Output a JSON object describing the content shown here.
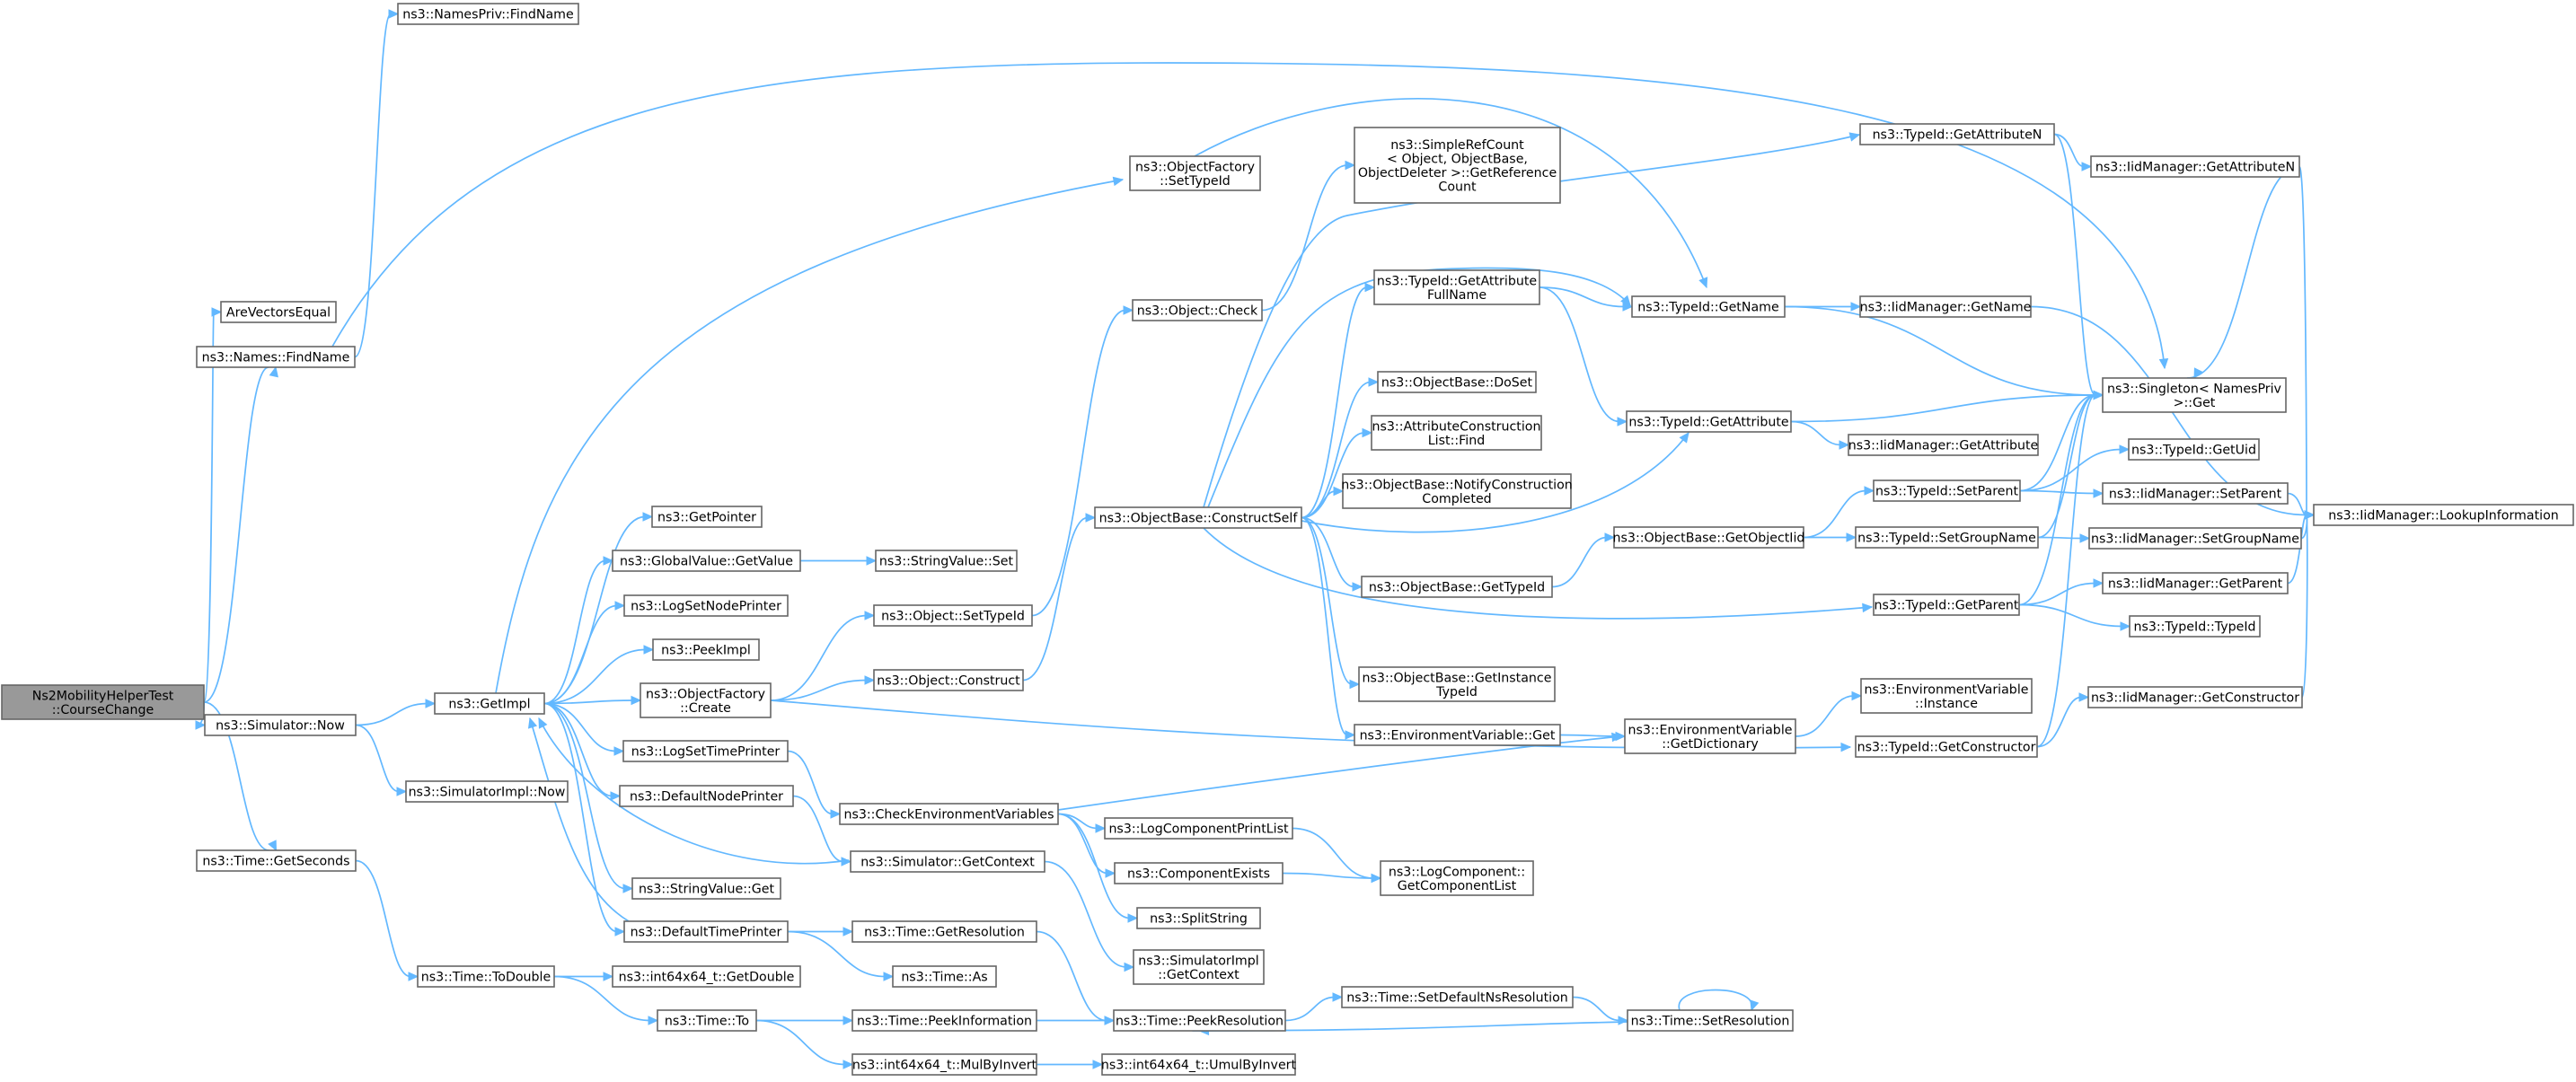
{
  "nodes": [
    {
      "id": "root",
      "lines": [
        "Ns2MobilityHelperTest",
        "::CourseChange"
      ],
      "root": true
    },
    {
      "id": "AreVectorsEqual",
      "lines": [
        "AreVectorsEqual"
      ]
    },
    {
      "id": "NamesFindName",
      "lines": [
        "ns3::Names::FindName"
      ]
    },
    {
      "id": "NamesPrivFindName",
      "lines": [
        "ns3::NamesPriv::FindName"
      ]
    },
    {
      "id": "SimulatorNow",
      "lines": [
        "ns3::Simulator::Now"
      ]
    },
    {
      "id": "TimeGetSeconds",
      "lines": [
        "ns3::Time::GetSeconds"
      ]
    },
    {
      "id": "GetImpl",
      "lines": [
        "ns3::GetImpl"
      ]
    },
    {
      "id": "SimulatorImplNow",
      "lines": [
        "ns3::SimulatorImpl::Now"
      ]
    },
    {
      "id": "TimeToDouble",
      "lines": [
        "ns3::Time::ToDouble"
      ]
    },
    {
      "id": "GetPointer",
      "lines": [
        "ns3::GetPointer"
      ]
    },
    {
      "id": "GlobalValueGetValue",
      "lines": [
        "ns3::GlobalValue::GetValue"
      ]
    },
    {
      "id": "LogSetNodePrinter",
      "lines": [
        "ns3::LogSetNodePrinter"
      ]
    },
    {
      "id": "PeekImpl",
      "lines": [
        "ns3::PeekImpl"
      ]
    },
    {
      "id": "ObjectFactoryCreate",
      "lines": [
        "ns3::ObjectFactory",
        "::Create"
      ]
    },
    {
      "id": "LogSetTimePrinter",
      "lines": [
        "ns3::LogSetTimePrinter"
      ]
    },
    {
      "id": "DefaultNodePrinter",
      "lines": [
        "ns3::DefaultNodePrinter"
      ]
    },
    {
      "id": "StringValueGet",
      "lines": [
        "ns3::StringValue::Get"
      ]
    },
    {
      "id": "DefaultTimePrinter",
      "lines": [
        "ns3::DefaultTimePrinter"
      ]
    },
    {
      "id": "Int64GetDouble",
      "lines": [
        "ns3::int64x64_t::GetDouble"
      ]
    },
    {
      "id": "TimeTo",
      "lines": [
        "ns3::Time::To"
      ]
    },
    {
      "id": "ObjectFactorySetTypeId",
      "lines": [
        "ns3::ObjectFactory",
        "::SetTypeId"
      ]
    },
    {
      "id": "StringValueSet",
      "lines": [
        "ns3::StringValue::Set"
      ]
    },
    {
      "id": "ObjectSetTypeId",
      "lines": [
        "ns3::Object::SetTypeId"
      ]
    },
    {
      "id": "ObjectConstruct",
      "lines": [
        "ns3::Object::Construct"
      ]
    },
    {
      "id": "CheckEnvVars",
      "lines": [
        "ns3::CheckEnvironmentVariables"
      ]
    },
    {
      "id": "SimulatorGetContext",
      "lines": [
        "ns3::Simulator::GetContext"
      ]
    },
    {
      "id": "TimeGetResolution",
      "lines": [
        "ns3::Time::GetResolution"
      ]
    },
    {
      "id": "TimeAs",
      "lines": [
        "ns3::Time::As"
      ]
    },
    {
      "id": "TimePeekInformation",
      "lines": [
        "ns3::Time::PeekInformation"
      ]
    },
    {
      "id": "Int64MulByInvert",
      "lines": [
        "ns3::int64x64_t::MulByInvert"
      ]
    },
    {
      "id": "ObjectCheck",
      "lines": [
        "ns3::Object::Check"
      ]
    },
    {
      "id": "ObjectBaseConstructSelf",
      "lines": [
        "ns3::ObjectBase::ConstructSelf"
      ]
    },
    {
      "id": "LogComponentPrintList",
      "lines": [
        "ns3::LogComponentPrintList"
      ]
    },
    {
      "id": "ComponentExists",
      "lines": [
        "ns3::ComponentExists"
      ]
    },
    {
      "id": "SplitString",
      "lines": [
        "ns3::SplitString"
      ]
    },
    {
      "id": "SimulatorImplGetContext",
      "lines": [
        "ns3::SimulatorImpl",
        "::GetContext"
      ]
    },
    {
      "id": "TimePeekResolution",
      "lines": [
        "ns3::Time::PeekResolution"
      ]
    },
    {
      "id": "Int64UmulByInvert",
      "lines": [
        "ns3::int64x64_t::UmulByInvert"
      ]
    },
    {
      "id": "SimpleRefCount",
      "lines": [
        "ns3::SimpleRefCount",
        "< Object, ObjectBase,",
        "ObjectDeleter >::GetReference",
        "Count"
      ]
    },
    {
      "id": "TypeIdGetAttributeFullName",
      "lines": [
        "ns3::TypeId::GetAttribute",
        "FullName"
      ]
    },
    {
      "id": "ObjectBaseDoSet",
      "lines": [
        "ns3::ObjectBase::DoSet"
      ]
    },
    {
      "id": "AttributeConstructionListFind",
      "lines": [
        "ns3::AttributeConstruction",
        "List::Find"
      ]
    },
    {
      "id": "ObjectBaseNotifyConstructionCompleted",
      "lines": [
        "ns3::ObjectBase::NotifyConstruction",
        "Completed"
      ]
    },
    {
      "id": "ObjectBaseGetTypeId",
      "lines": [
        "ns3::ObjectBase::GetTypeId"
      ]
    },
    {
      "id": "ObjectBaseGetInstanceTypeId",
      "lines": [
        "ns3::ObjectBase::GetInstance",
        "TypeId"
      ]
    },
    {
      "id": "EnvVarGet",
      "lines": [
        "ns3::EnvironmentVariable::Get"
      ]
    },
    {
      "id": "LogComponentGetList",
      "lines": [
        "ns3::LogComponent::",
        "GetComponentList"
      ]
    },
    {
      "id": "TimeSetDefaultNsResolution",
      "lines": [
        "ns3::Time::SetDefaultNsResolution"
      ]
    },
    {
      "id": "TypeIdGetAttributeN",
      "lines": [
        "ns3::TypeId::GetAttributeN"
      ]
    },
    {
      "id": "TypeIdGetName",
      "lines": [
        "ns3::TypeId::GetName"
      ]
    },
    {
      "id": "TypeIdGetAttribute",
      "lines": [
        "ns3::TypeId::GetAttribute"
      ]
    },
    {
      "id": "ObjectBaseGetObjectIid",
      "lines": [
        "ns3::ObjectBase::GetObjectIid"
      ]
    },
    {
      "id": "EnvVarGetDictionary",
      "lines": [
        "ns3::EnvironmentVariable",
        "::GetDictionary"
      ]
    },
    {
      "id": "TimeSetResolution",
      "lines": [
        "ns3::Time::SetResolution"
      ]
    },
    {
      "id": "TypeIdSetParent",
      "lines": [
        "ns3::TypeId::SetParent"
      ]
    },
    {
      "id": "TypeIdSetGroupName",
      "lines": [
        "ns3::TypeId::SetGroupName"
      ]
    },
    {
      "id": "TypeIdGetParent",
      "lines": [
        "ns3::TypeId::GetParent"
      ]
    },
    {
      "id": "TypeIdGetConstructor",
      "lines": [
        "ns3::TypeId::GetConstructor"
      ]
    },
    {
      "id": "EnvVarInstance",
      "lines": [
        "ns3::EnvironmentVariable",
        "::Instance"
      ]
    },
    {
      "id": "IidGetAttributeN",
      "lines": [
        "ns3::IidManager::GetAttributeN"
      ]
    },
    {
      "id": "IidGetName",
      "lines": [
        "ns3::IidManager::GetName"
      ]
    },
    {
      "id": "IidGetAttribute",
      "lines": [
        "ns3::IidManager::GetAttribute"
      ]
    },
    {
      "id": "TypeIdGetUid",
      "lines": [
        "ns3::TypeId::GetUid"
      ]
    },
    {
      "id": "IidSetParent",
      "lines": [
        "ns3::IidManager::SetParent"
      ]
    },
    {
      "id": "IidSetGroupName",
      "lines": [
        "ns3::IidManager::SetGroupName"
      ]
    },
    {
      "id": "IidGetParent",
      "lines": [
        "ns3::IidManager::GetParent"
      ]
    },
    {
      "id": "TypeIdTypeId",
      "lines": [
        "ns3::TypeId::TypeId"
      ]
    },
    {
      "id": "IidGetConstructor",
      "lines": [
        "ns3::IidManager::GetConstructor"
      ]
    },
    {
      "id": "SingletonGet",
      "lines": [
        "ns3::Singleton< NamesPriv",
        "&gt;::Get"
      ]
    },
    {
      "id": "IidLookupInformation",
      "lines": [
        "ns3::IidManager::LookupInformation"
      ]
    }
  ]
}
